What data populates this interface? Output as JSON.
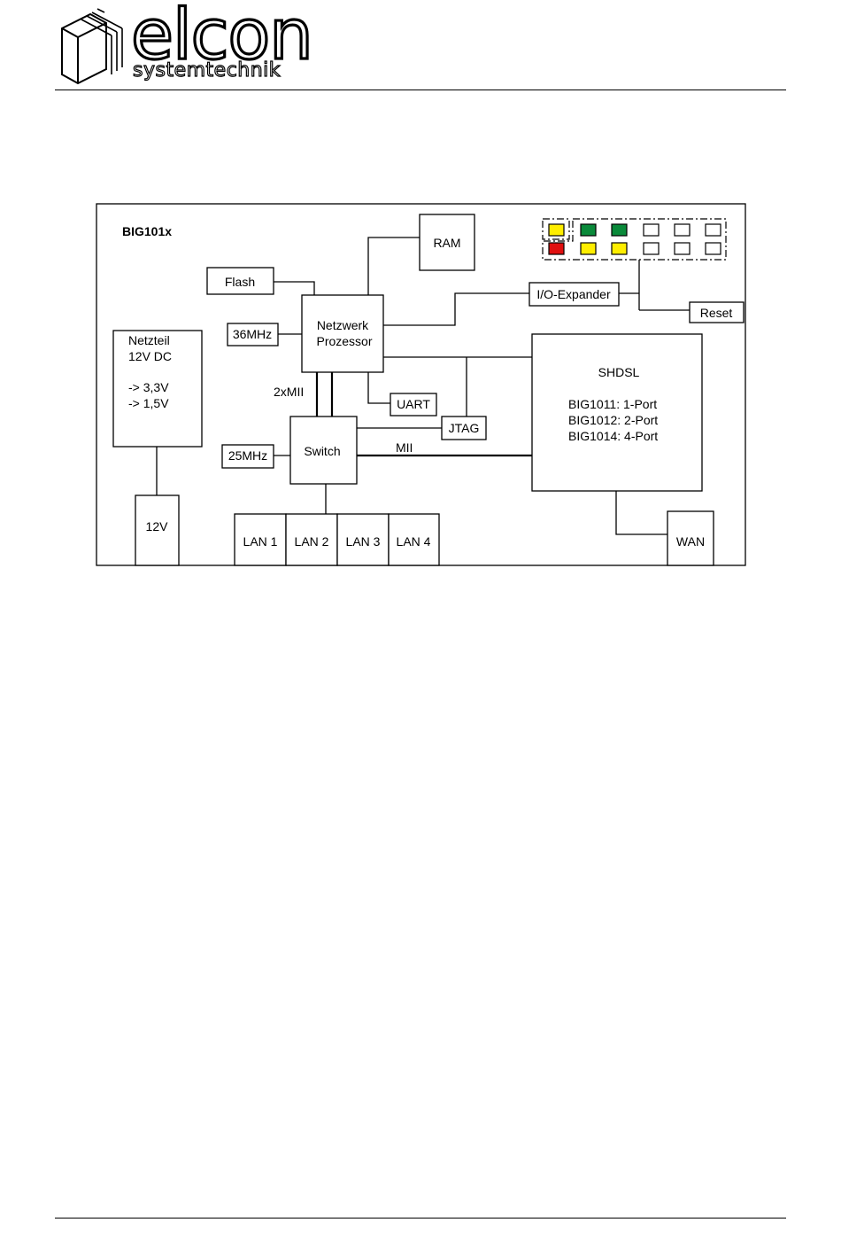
{
  "header": {
    "logo": {
      "wordmark": "elcon",
      "subtitle": "systemtechnik",
      "icon": "stacked-blocks-logo"
    }
  },
  "diagram": {
    "title": "BIG101x",
    "blocks": {
      "ram": "RAM",
      "flash": "Flash",
      "netzwerk_line1": "Netzwerk",
      "netzwerk_line2": "Prozessor",
      "osc36": "36MHz",
      "netzteil": [
        "Netzteil",
        "12V DC",
        "",
        "-> 3,3V",
        "-> 1,5V"
      ],
      "uart": "UART",
      "jtag": "JTAG",
      "switch": "Switch",
      "osc25": "25MHz",
      "io_expander": "I/O-Expander",
      "reset": "Reset",
      "shdsl_title": "SHDSL",
      "shdsl_lines": [
        "BIG1011: 1-Port",
        "BIG1012: 2-Port",
        "BIG1014: 4-Port"
      ],
      "power": "12V",
      "lan": [
        "LAN 1",
        "LAN 2",
        "LAN 3",
        "LAN 4"
      ],
      "wan": "WAN"
    },
    "bus_labels": {
      "mii2x": "2xMII",
      "mii": "MII"
    },
    "leds": {
      "top_row": [
        "yellow",
        "green",
        "green",
        "off",
        "off",
        "off"
      ],
      "bottom_row": [
        "red",
        "yellow",
        "yellow",
        "off",
        "off",
        "off"
      ]
    }
  },
  "colors": {
    "yellow": "#ffee00",
    "green": "#0a8a3a",
    "red": "#e01010",
    "off": "#ffffff"
  }
}
